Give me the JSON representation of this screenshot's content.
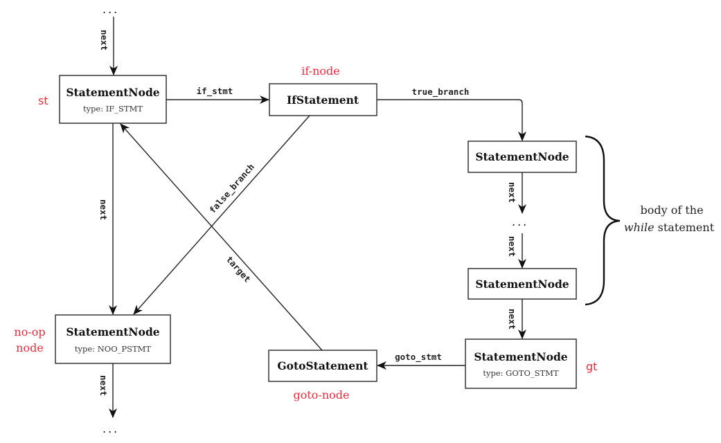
{
  "nodes": {
    "st": {
      "title": "StatementNode",
      "subtitle": "type: IF_STMT",
      "annotation": "st"
    },
    "if_node": {
      "title": "IfStatement",
      "annotation": "if-node"
    },
    "body_first": {
      "title": "StatementNode"
    },
    "body_last": {
      "title": "StatementNode"
    },
    "noop": {
      "title": "StatementNode",
      "subtitle": "type: NOO_PSTMT",
      "annotation_line1": "no-op",
      "annotation_line2": "node"
    },
    "goto_node": {
      "title": "GotoStatement",
      "annotation": "goto-node"
    },
    "gt": {
      "title": "StatementNode",
      "subtitle": "type: GOTO_STMT",
      "annotation": "gt"
    }
  },
  "edges": {
    "top_next": "next",
    "if_stmt": "if_stmt",
    "true_branch": "true_branch",
    "false_branch": "false_branch",
    "st_next": "next",
    "target": "target",
    "body_next1": "next",
    "body_next2": "next",
    "body_to_gt_next": "next",
    "goto_stmt": "goto_stmt",
    "noop_next": "next"
  },
  "ellipsis": "...",
  "brace_note": {
    "line1": "body of the",
    "line2_italic": "while",
    "line2_rest": " statement"
  },
  "colors": {
    "annotation": "#ee2a3a",
    "stroke": "#222222"
  }
}
